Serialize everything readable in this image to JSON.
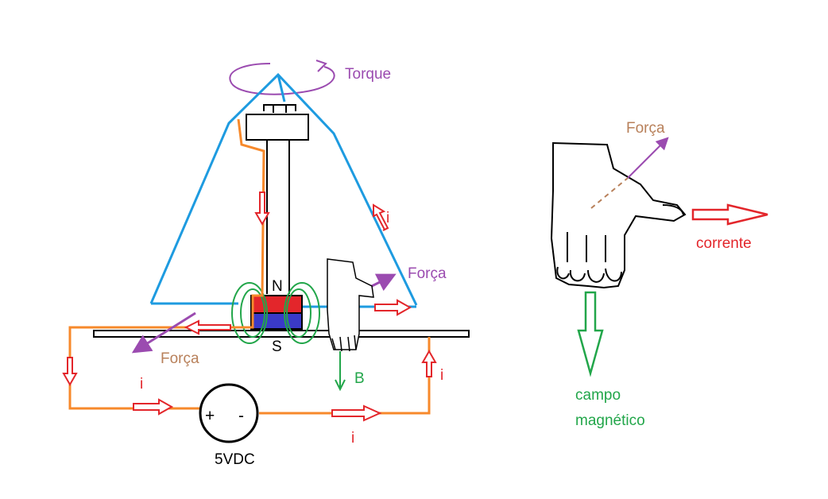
{
  "labels": {
    "torque": "Torque",
    "forca_right": "Força",
    "forca_left": "Força",
    "forca_hand": "Força",
    "i_wire": "i",
    "i_left": "i",
    "i_bottom": "i",
    "i_right": "i",
    "north": "N",
    "south": "S",
    "b_field": "B",
    "voltage": "5VDC",
    "plus": "+",
    "minus": "-",
    "corrente": "corrente",
    "campo_line1": "campo",
    "campo_line2": "magnético"
  },
  "colors": {
    "wire_frame": "#1e9be0",
    "circuit": "#f7892b",
    "current_arrow": "#e3262b",
    "force_arrow": "#9b4bb0",
    "force_text": "#b8805a",
    "torque": "#9b4bb0",
    "field": "#22a64a",
    "magnet_north": "#e3262b",
    "magnet_south": "#3a3ac8",
    "ink": "#000000"
  }
}
